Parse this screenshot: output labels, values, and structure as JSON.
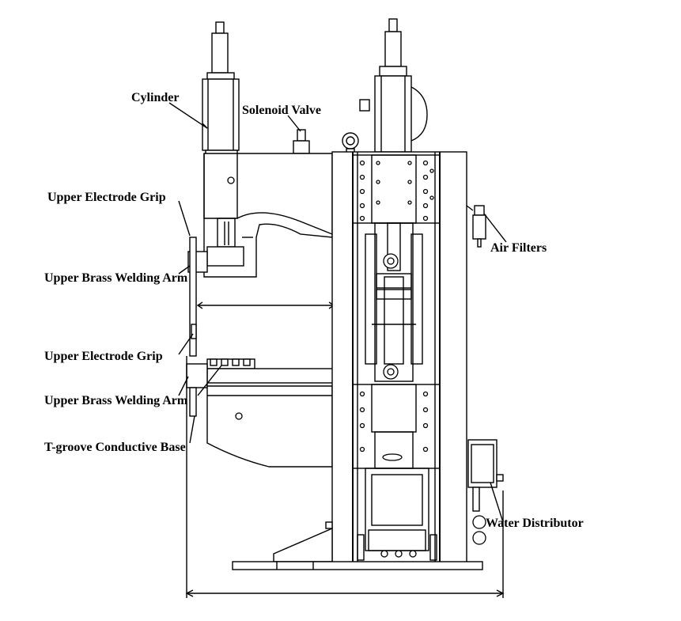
{
  "diagram": {
    "labels": {
      "cylinder": "Cylinder",
      "solenoid_valve": "Solenoid Valve",
      "upper_electrode_grip_1": "Upper Electrode Grip",
      "upper_brass_welding_arm_1": "Upper Brass Welding Arm",
      "upper_electrode_grip_2": "Upper Electrode Grip",
      "upper_brass_welding_arm_2": "Upper Brass Welding Arm",
      "t_groove_conductive_base": "T-groove Conductive Base",
      "air_filters": "Air Filters",
      "water_distributor": "Water Distributor"
    },
    "colors": {
      "line": "#000000",
      "background": "#ffffff"
    }
  }
}
